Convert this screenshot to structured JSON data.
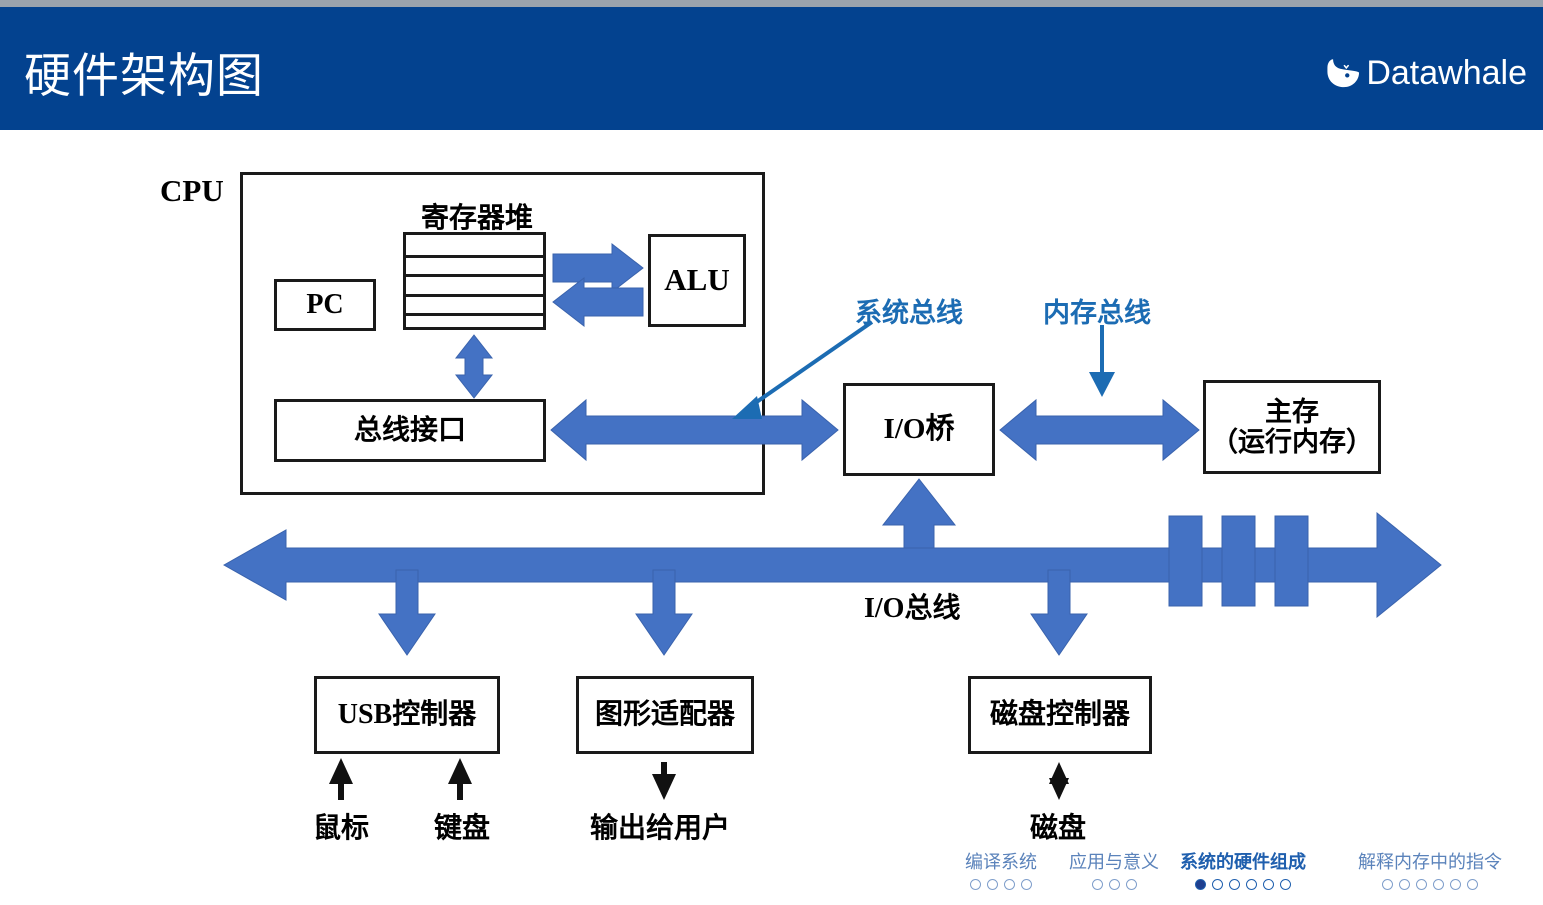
{
  "header": {
    "title": "硬件架构图",
    "logo_text": "Datawhale",
    "logo_icon": "whale-icon",
    "bg_color": "#03428f"
  },
  "diagram": {
    "cpu_label": "CPU",
    "register_file_label": "寄存器堆",
    "register_rows": 5,
    "pc_label": "PC",
    "alu_label": "ALU",
    "bus_interface_label": "总线接口",
    "system_bus_label": "系统总线",
    "memory_bus_label": "内存总线",
    "io_bridge_label": "I/O桥",
    "main_memory_line1": "主存",
    "main_memory_line2": "（运行内存）",
    "io_bus_label": "I/O总线",
    "usb_controller_label": "USB控制器",
    "graphics_adapter_label": "图形适配器",
    "disk_controller_label": "磁盘控制器",
    "mouse_label": "鼠标",
    "keyboard_label": "键盘",
    "output_label": "输出给用户",
    "disk_label": "磁盘",
    "arrow_color": "#4472c4",
    "thin_arrow_color": "#1c6cb3",
    "box_border_color": "#1a1a1a"
  },
  "nav": {
    "sections": [
      {
        "label": "编译系统",
        "dots": 4,
        "filled_index": -1,
        "active": false
      },
      {
        "label": "应用与意义",
        "dots": 3,
        "filled_index": -1,
        "active": false
      },
      {
        "label": "系统的硬件组成",
        "dots": 6,
        "filled_index": 0,
        "active": true
      },
      {
        "label": "解释内存中的指令",
        "dots": 6,
        "filled_index": -1,
        "active": false
      }
    ]
  }
}
